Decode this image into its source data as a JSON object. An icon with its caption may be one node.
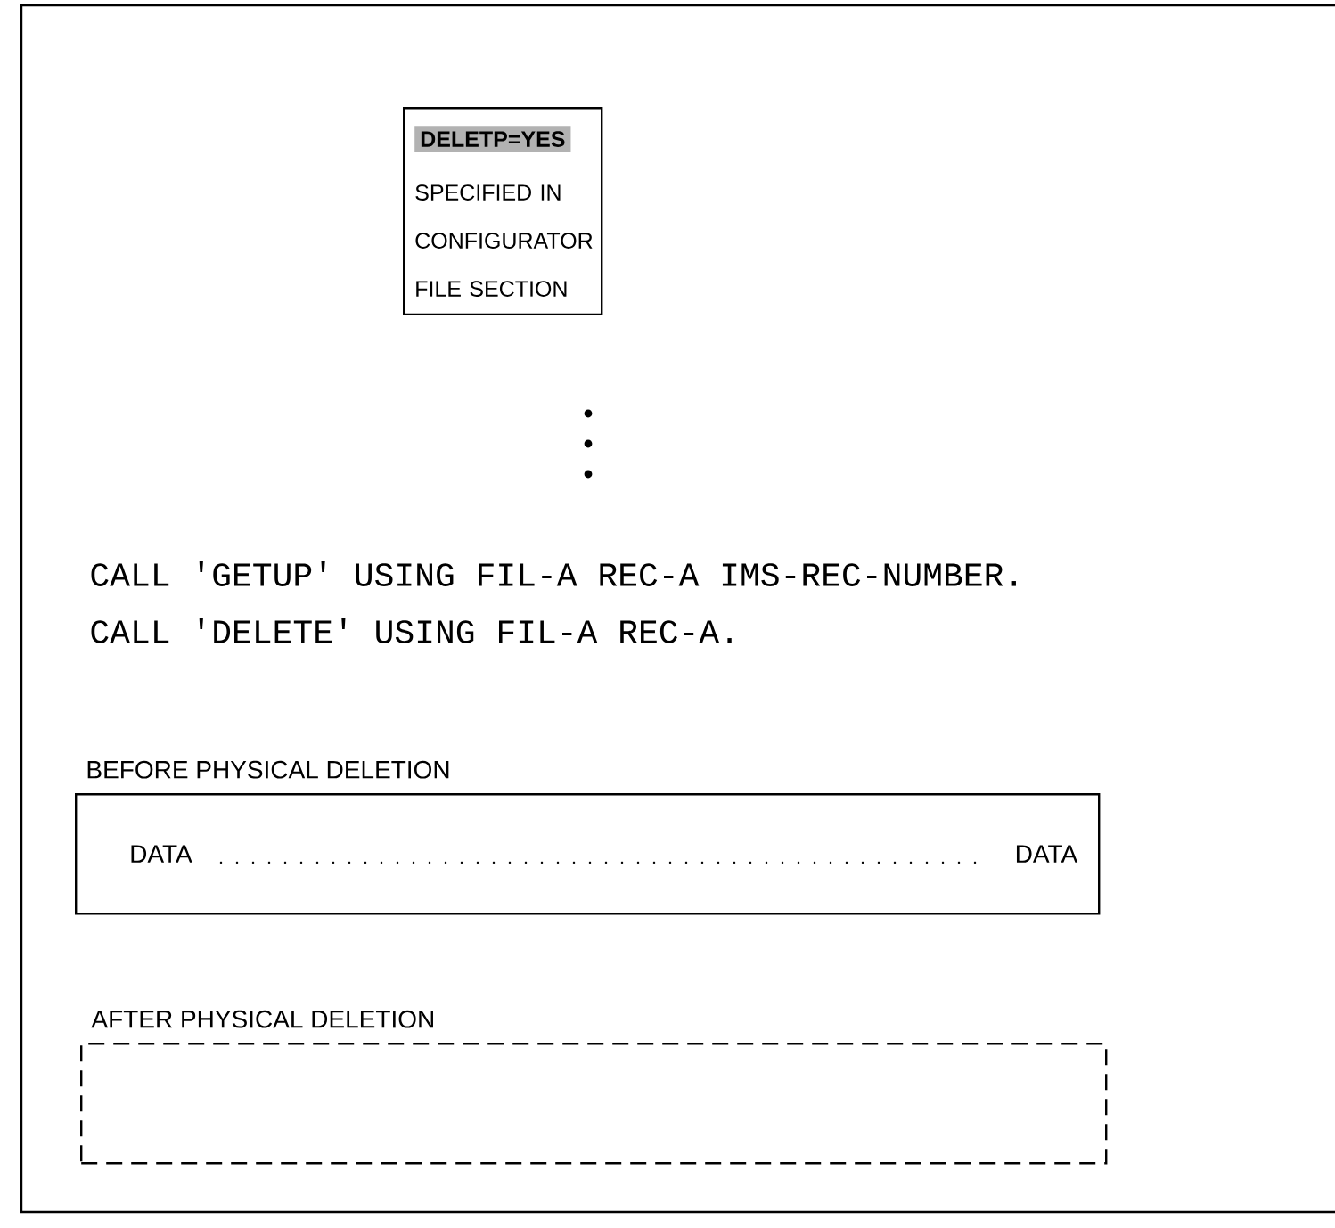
{
  "diagram": {
    "nodes": [
      {
        "text": [
          "DELETP=YES",
          "SPECIFIED IN CONFIGURATOR FILE SECTION"
        ]
      },
      {
        "text": [
          "BEFORE PHYSICAL DELETION",
          "DATA",
          "DATA"
        ]
      },
      {
        "text": [
          "AFTER PHYSICAL DELETION"
        ]
      }
    ],
    "labels": [
      "CALL 'GETUP' USING FIL-A REC-A IMS-REC-NUMBER.",
      "CALL 'DELETE' USING FIL-A REC-A."
    ]
  }
}
